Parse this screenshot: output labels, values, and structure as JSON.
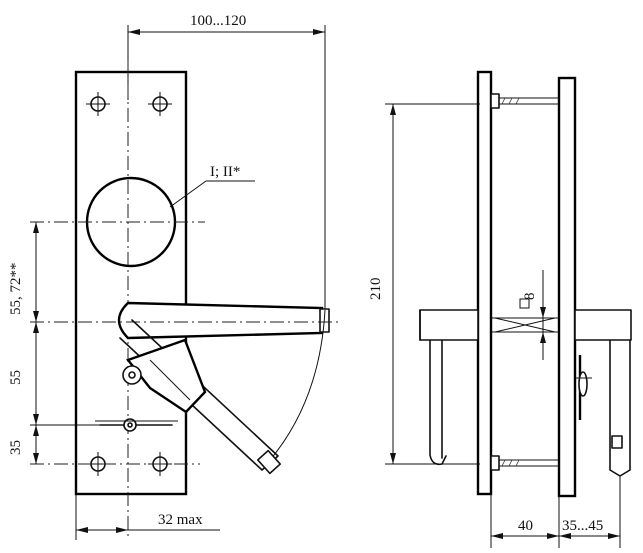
{
  "figure": {
    "dimensions": {
      "top_width": "100...120",
      "hole_label": "I; II*",
      "vertical_upper": "55, 72**",
      "vertical_middle": "55",
      "vertical_lower": "35",
      "bottom_width": "32 max",
      "side_height": "210",
      "square_size": "8",
      "side_bottom_left": "40",
      "side_bottom_right": "35...45"
    }
  }
}
